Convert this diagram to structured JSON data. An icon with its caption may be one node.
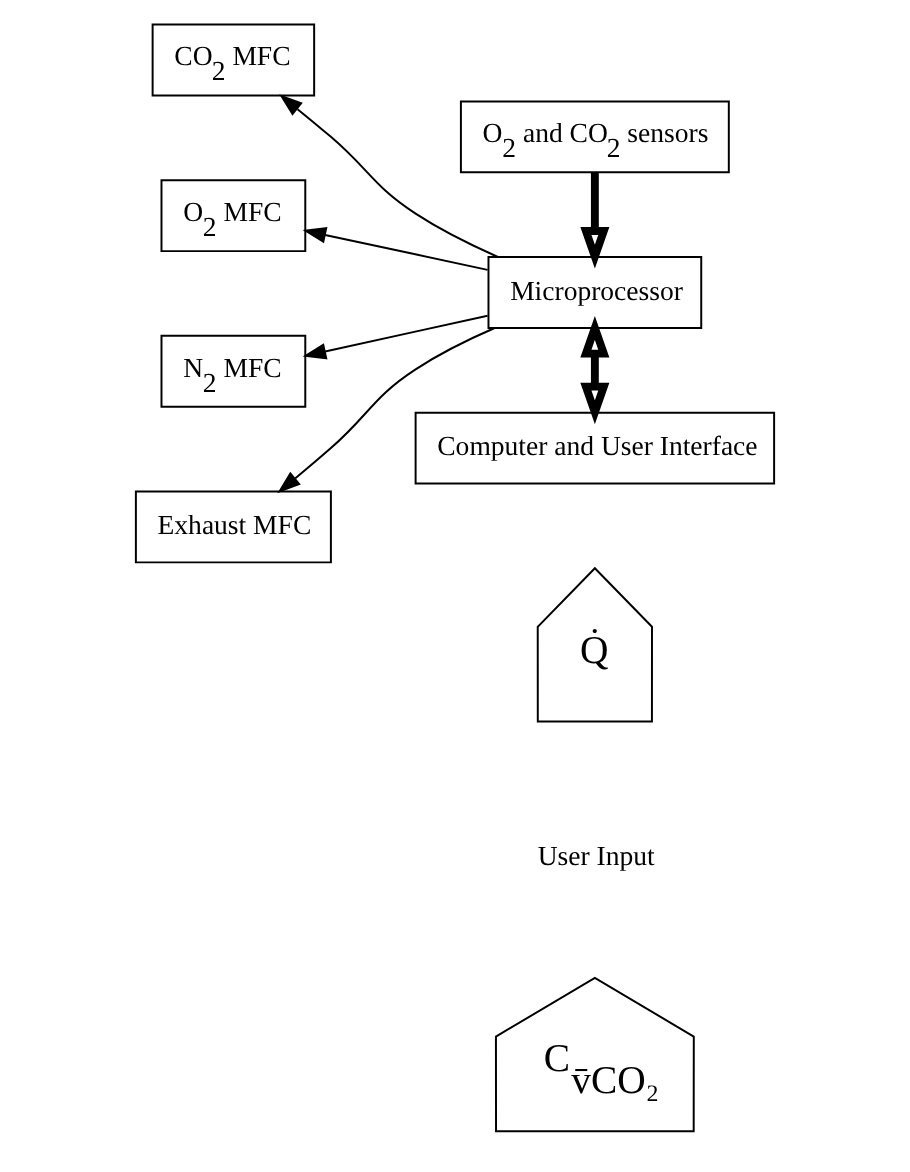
{
  "diagram": {
    "nodes": [
      {
        "text": [
          "CO$_{2}$ MFC"
        ]
      },
      {
        "text": [
          "O$_{2}$ MFC"
        ]
      },
      {
        "text": [
          "N$_{2}$ MFC"
        ]
      },
      {
        "text": [
          "Exhaust MFC"
        ]
      },
      {
        "text": [
          "O$_{2}$ and CO$_{2}$ sensors"
        ]
      },
      {
        "text": [
          "Microprocessor"
        ]
      },
      {
        "text": [
          "Computer and User Interface"
        ]
      },
      {
        "text": [
          "Q̇"
        ]
      },
      {
        "text": [
          "C$_{v̄CO₂}$"
        ]
      }
    ],
    "edges": [
      {
        "from": 5,
        "to": 0,
        "arrow": "to"
      },
      {
        "from": 5,
        "to": 1,
        "arrow": "to"
      },
      {
        "from": 5,
        "to": 2,
        "arrow": "to"
      },
      {
        "from": 5,
        "to": 3,
        "arrow": "to"
      },
      {
        "from": 4,
        "to": 5,
        "arrow": "to",
        "style": "thick"
      },
      {
        "from": 5,
        "to": 6,
        "arrow": "both",
        "style": "thick"
      }
    ],
    "labels": [
      "User Input"
    ]
  }
}
